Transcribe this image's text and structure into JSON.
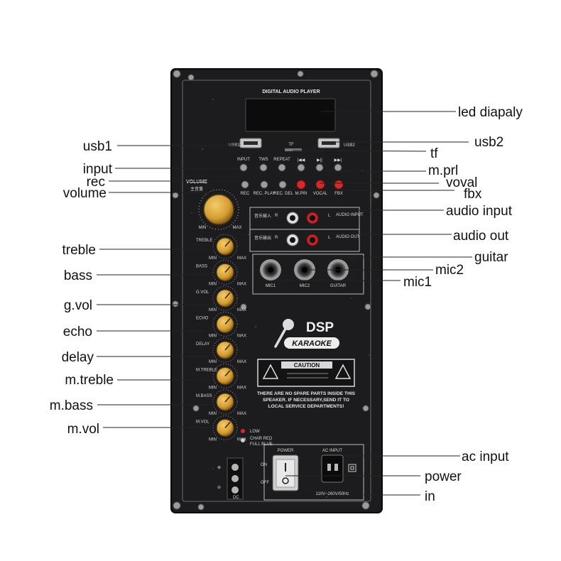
{
  "panel": {
    "title": "DIGITAL AUDIO PLAYER",
    "usb1": "USB1",
    "usb2": "USB2",
    "tf": "TF",
    "buttons": {
      "input": "INPUT",
      "tws": "TWS",
      "repeat": "REPEAT",
      "rec": "REC",
      "rec_play": "REC. PLAY",
      "rec_del": "REC. DEL",
      "m_pri": "M.PRI",
      "vocal": "VOCAL",
      "fbx": "FBX"
    },
    "volume": "VOLUME",
    "volume_cn": "主音量",
    "min": "MIN",
    "max": "MAX",
    "knobs": [
      "TREBLE",
      "BASS",
      "G.VOL",
      "ECHO",
      "DELAY",
      "M.TREBLE",
      "M.BASS",
      "M.VOL"
    ],
    "audio_input_cn": "音乐输入",
    "audio_input": "AUDIO INPUT",
    "audio_output_cn": "音乐输出",
    "audio_output": "AUDIO OUT",
    "l": "L",
    "r": "R",
    "mic1": "MIC1",
    "mic2": "MIC2",
    "guitar": "GUITAR",
    "dsp": "DSP",
    "karaoke": "KARAOKE",
    "caution": "CAUTION",
    "warning": "THERE ARE NO SPARE PARTS INSIDE THIS SPEAKER. IF NECESSARY,SEND IT TO LOCAL SERVICE DEPARTMENTS!",
    "low": "LOW",
    "char_red": "CHAR RED",
    "full_blue": "FULL BLUE",
    "power": "POWER",
    "on": "ON",
    "off": "OFF",
    "ac_input": "AC INPUT",
    "voltage": "110V~260V/50Hz",
    "dc": "DC"
  },
  "labels": {
    "led_display": "led diapaly",
    "usb1": "usb1",
    "usb2": "usb2",
    "tf": "tf",
    "input": "input",
    "m_prl": "m.prl",
    "rec": "rec",
    "voval": "voval",
    "volume": "volume",
    "fbx": "fbx",
    "audio_input": "audio input",
    "audio_out": "audio out",
    "treble": "treble",
    "guitar": "guitar",
    "bass": "bass",
    "mic2": "mic2",
    "mic1": "mic1",
    "g_vol": "g.vol",
    "echo": "echo",
    "delay": "delay",
    "m_treble": "m.treble",
    "m_bass": "m.bass",
    "m_vol": "m.vol",
    "ac_input": "ac input",
    "power": "power",
    "in": "in"
  },
  "colors": {
    "background": "#ffffff",
    "panel": "#1c1c1e",
    "knob": "#d9a640",
    "red_button": "#d42a2a",
    "label_text": "#111111"
  }
}
